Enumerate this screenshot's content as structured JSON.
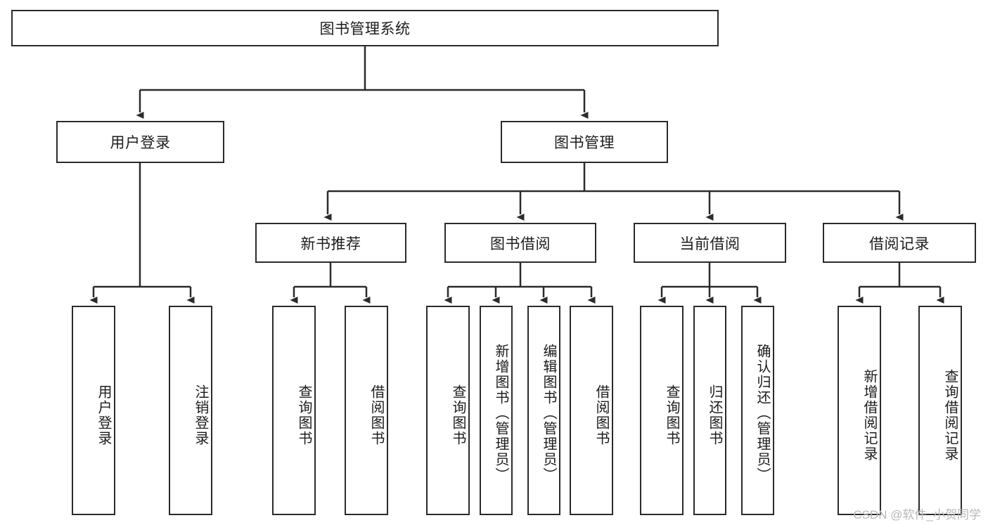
{
  "diagram": {
    "type": "hierarchy-tree",
    "title": "图书管理系统",
    "style": {
      "box_border_color": "#2b2b2b",
      "box_fill": "#ffffff",
      "connector_color": "#2b2b2b",
      "text_color": "#1c1c1c",
      "background": "#ffffff"
    },
    "root": {
      "label": "图书管理系统"
    },
    "level2": [
      {
        "label": "用户登录"
      },
      {
        "label": "图书管理"
      }
    ],
    "level3": [
      {
        "label": "新书推荐"
      },
      {
        "label": "图书借阅"
      },
      {
        "label": "当前借阅"
      },
      {
        "label": "借阅记录"
      }
    ],
    "leaves": {
      "user_login": [
        {
          "label": "用户登录"
        },
        {
          "label": "注销登录"
        }
      ],
      "new_book_recommend": [
        {
          "label": "查询图书"
        },
        {
          "label": "借阅图书"
        }
      ],
      "book_borrow": [
        {
          "label": "查询图书"
        },
        {
          "label": "新增图书（管理员）"
        },
        {
          "label": "编辑图书（管理员）"
        },
        {
          "label": "借阅图书"
        }
      ],
      "current_borrow": [
        {
          "label": "查询图书"
        },
        {
          "label": "归还图书"
        },
        {
          "label": "确认归还（管理员）"
        }
      ],
      "borrow_record": [
        {
          "label": "新增借阅记录"
        },
        {
          "label": "查询借阅记录"
        }
      ]
    }
  },
  "watermark": {
    "text": "CSDN @软件_小贺同学"
  }
}
